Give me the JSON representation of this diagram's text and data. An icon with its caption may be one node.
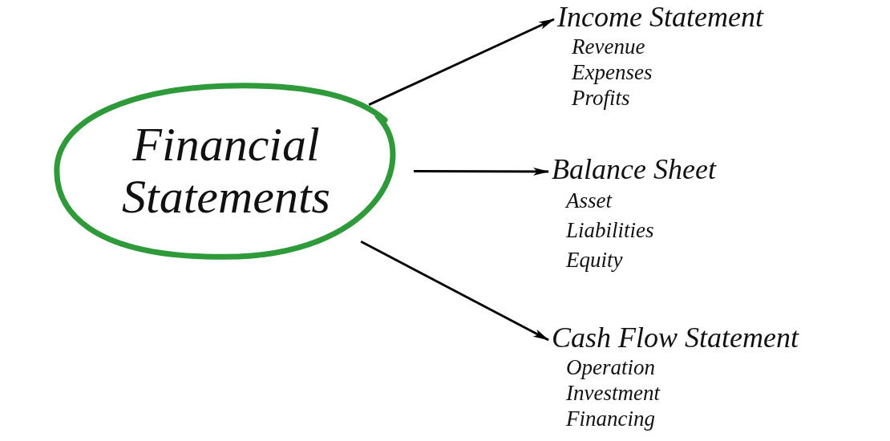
{
  "diagram": {
    "nodes": [
      {
        "text": [
          "Financial Statements"
        ]
      },
      {
        "text": [
          "Income Statement",
          "Revenue",
          "Expenses",
          "Profits"
        ]
      },
      {
        "text": [
          "Balance Sheet",
          "Asset",
          "Liabilities",
          "Equity"
        ]
      },
      {
        "text": [
          "Cash Flow Statement",
          "Operation",
          "Investment",
          "Financing"
        ]
      }
    ],
    "edges": [
      {
        "from": 0,
        "to": 1,
        "arrow": "to"
      },
      {
        "from": 0,
        "to": 2,
        "arrow": "to"
      },
      {
        "from": 0,
        "to": 3,
        "arrow": "to"
      }
    ]
  }
}
